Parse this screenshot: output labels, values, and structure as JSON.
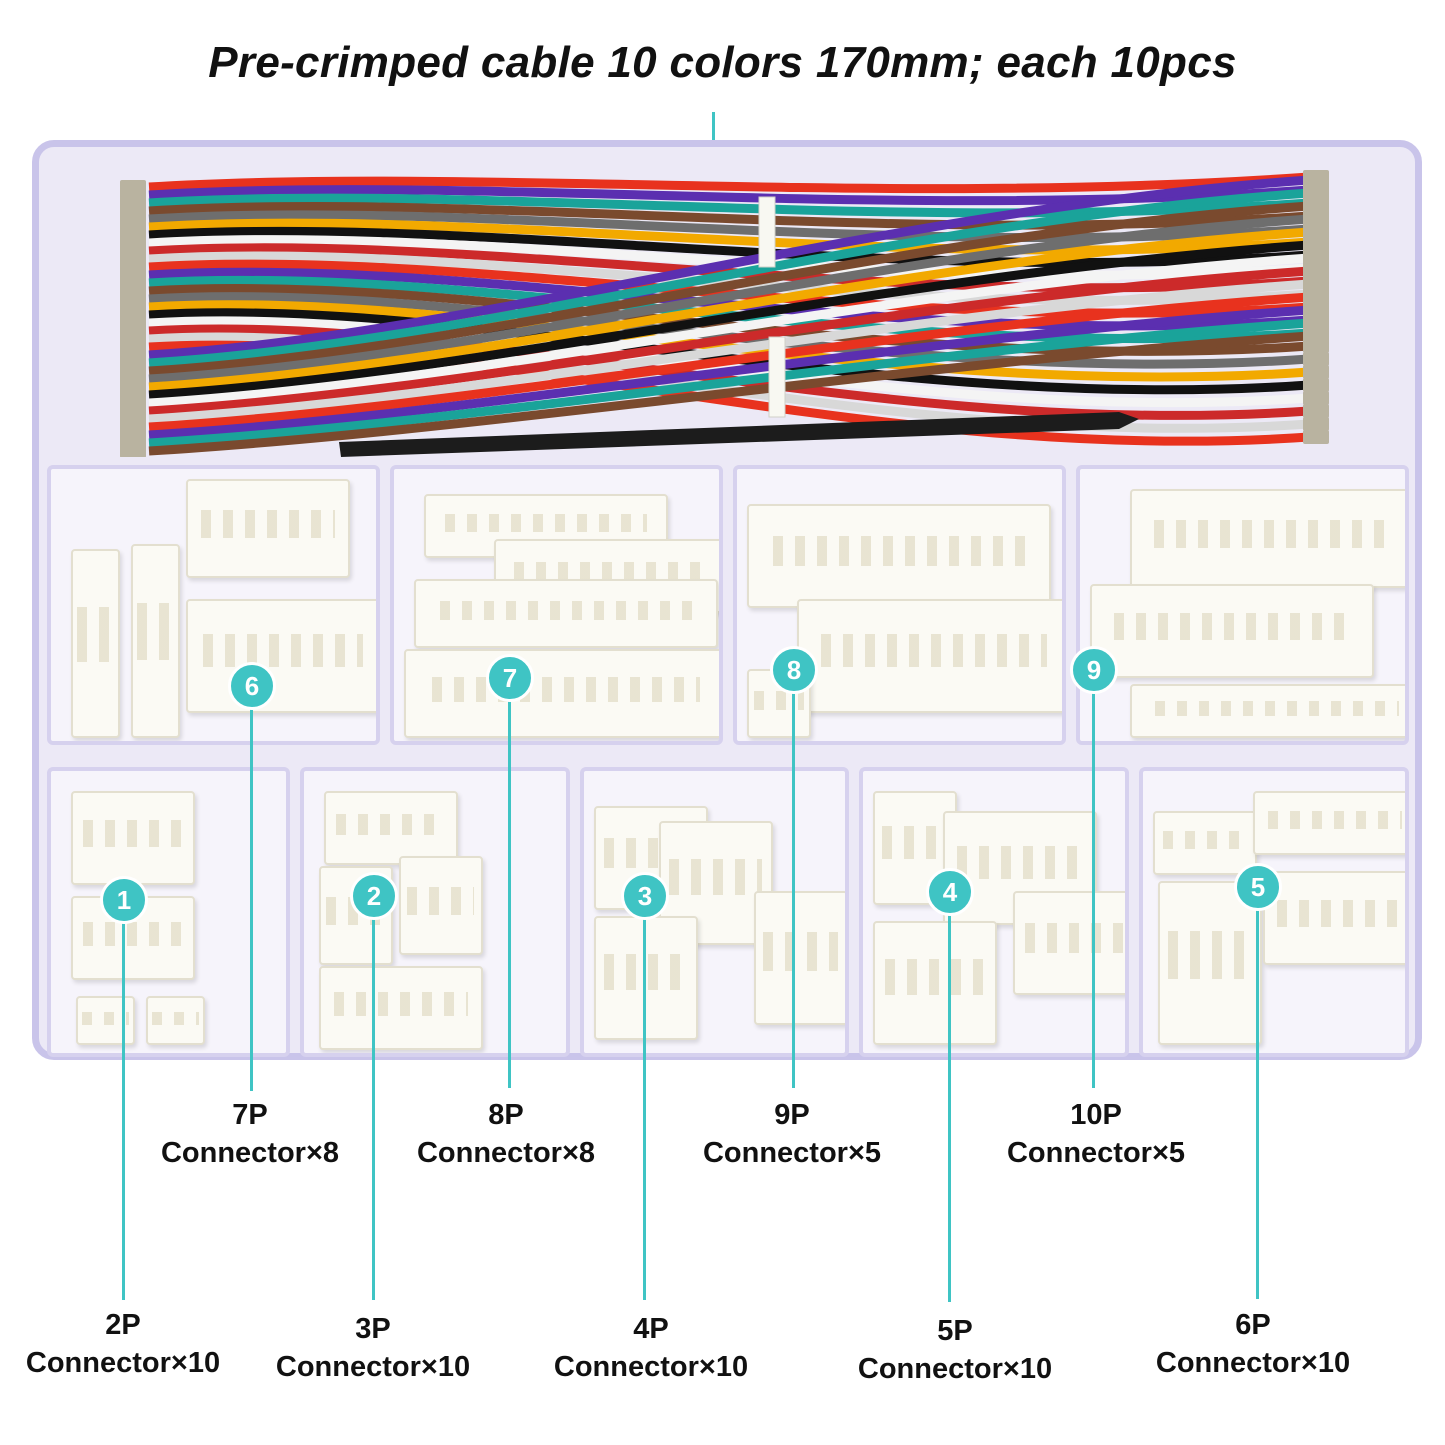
{
  "title": "Pre-crimped cable 10 colors 170mm; each 10pcs",
  "accent_color": "#3fc4c4",
  "wire_colors": [
    "#e8321e",
    "#5b2fb0",
    "#1aa39a",
    "#7a4a2e",
    "#6e6e6e",
    "#f2a900",
    "#111111",
    "#ffffff",
    "#cc2a2a",
    "#d8d8d8"
  ],
  "markers": [
    {
      "number": "1",
      "label": "2P",
      "sub": "Connector×10"
    },
    {
      "number": "2",
      "label": "3P",
      "sub": "Connector×10"
    },
    {
      "number": "3",
      "label": "4P",
      "sub": "Connector×10"
    },
    {
      "number": "4",
      "label": "5P",
      "sub": "Connector×10"
    },
    {
      "number": "5",
      "label": "6P",
      "sub": "Connector×10"
    },
    {
      "number": "6",
      "label": "7P",
      "sub": "Connector×8"
    },
    {
      "number": "7",
      "label": "8P",
      "sub": "Connector×8"
    },
    {
      "number": "8",
      "label": "9P",
      "sub": "Connector×5"
    },
    {
      "number": "9",
      "label": "10P",
      "sub": "Connector×5"
    }
  ]
}
